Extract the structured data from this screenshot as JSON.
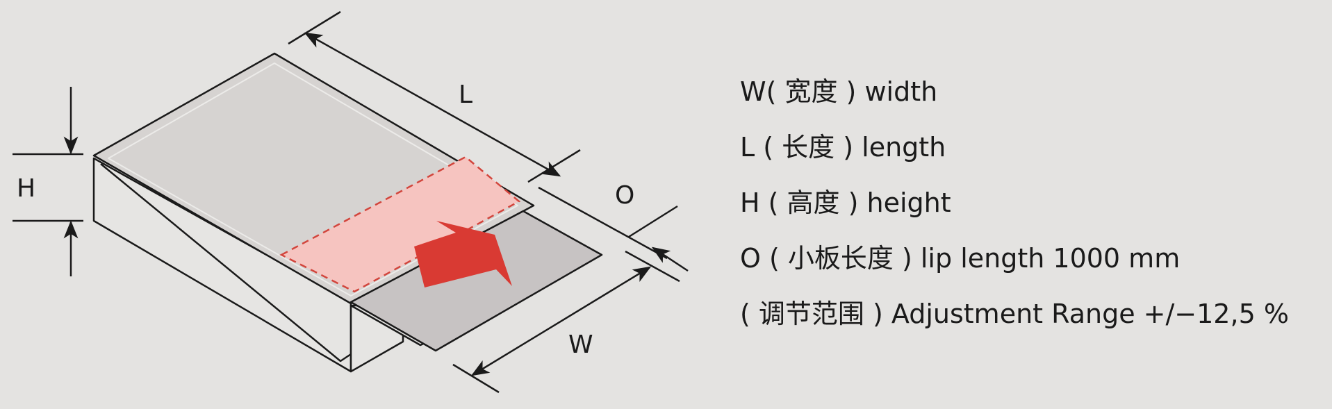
{
  "diagram": {
    "dimension_labels": {
      "length": "L",
      "height": "H",
      "lip": "O",
      "width": "W"
    },
    "colors": {
      "background": "#e4e3e1",
      "platform_surface": "#d6d3d1",
      "lip_zone": "#f6c4c0",
      "lip_plate": "#c7c3c3",
      "arrow": "#d93a33",
      "dashed_outline": "#d2453c",
      "line": "#1a1a1a"
    }
  },
  "legend": {
    "items": [
      "W( 宽度 ) width",
      "L ( 长度 ) length",
      "H ( 高度 ) height",
      "O ( 小板长度 ) lip length 1000 mm",
      "( 调节范围 ) Adjustment Range +/−12,5 %"
    ]
  }
}
